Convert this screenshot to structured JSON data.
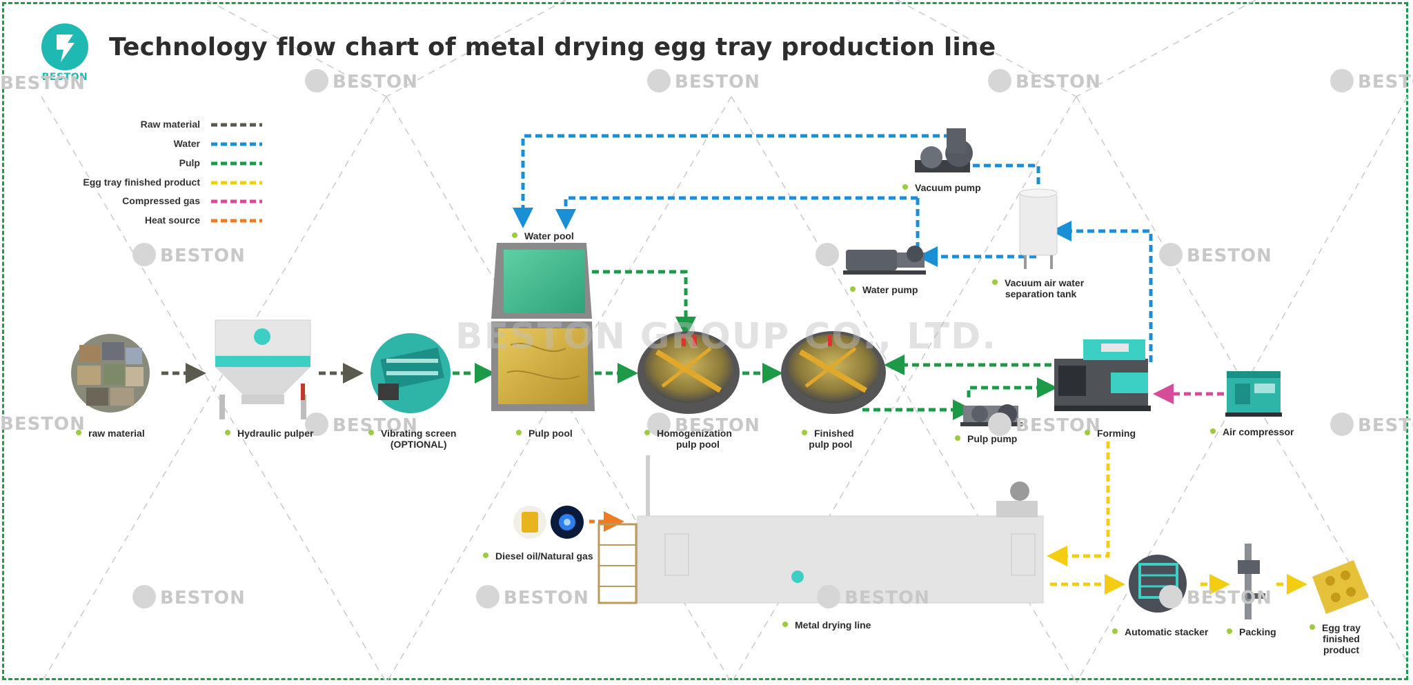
{
  "header": {
    "title": "Technology flow chart of metal drying egg tray production line",
    "brand": "BESTON"
  },
  "legend": [
    {
      "label": "Raw material",
      "color": "#5a5a4e"
    },
    {
      "label": "Water",
      "color": "#1a8fd6"
    },
    {
      "label": "Pulp",
      "color": "#1c9a47"
    },
    {
      "label": "Egg tray finished product",
      "color": "#f2cd12"
    },
    {
      "label": "Compressed gas",
      "color": "#d64b9a"
    },
    {
      "label": "Heat source",
      "color": "#ef7b22"
    }
  ],
  "equipment": {
    "raw_material": "raw material",
    "hydraulic_pulper": "Hydraulic pulper",
    "vibrating_screen": [
      "Vibrating screen",
      "(OPTIONAL)"
    ],
    "pulp_pool": "Pulp pool",
    "water_pool": "Water pool",
    "homogenization": [
      "Homogenization",
      "pulp pool"
    ],
    "finished_pulp_pool": [
      "Finished",
      "pulp pool"
    ],
    "pulp_pump": "Pulp pump",
    "forming": "Forming",
    "air_compressor": "Air compressor",
    "vacuum_pump": "Vacuum pump",
    "water_pump": "Water pump",
    "separation_tank": [
      "Vacuum air water",
      "separation tank"
    ],
    "fuel": "Diesel oil/Natural gas",
    "drying_line": "Metal drying line",
    "stacker": "Automatic stacker",
    "packing": "Packing",
    "finished_product": [
      "Egg tray",
      "finished",
      "product"
    ]
  },
  "watermarks": {
    "brand": "BESTON",
    "company": "BESTON GROUP CO., LTD."
  }
}
